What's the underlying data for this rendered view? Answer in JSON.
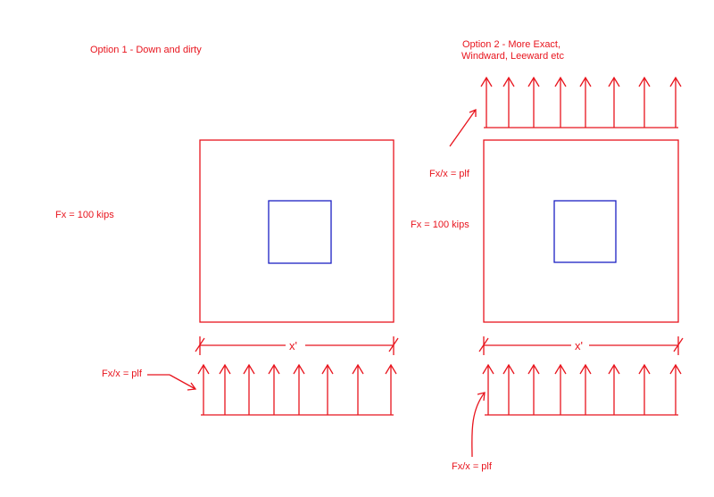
{
  "colors": {
    "red": "#e8141d",
    "blue": "#1b1fc4",
    "background": "#ffffff"
  },
  "option1": {
    "title": "Option 1 - Down and dirty",
    "force_label": "Fx = 100 kips",
    "dimension_label": "x'",
    "load_label": "Fx/x = plf",
    "arrow_count": 8
  },
  "option2": {
    "title_line1": "Option 2 - More Exact,",
    "title_line2": "Windward, Leeward etc",
    "force_label": "Fx = 100 kips",
    "dimension_label": "x'",
    "top_load_label": "Fx/x = plf",
    "bottom_load_label": "Fx/x = plf",
    "top_arrow_count": 8,
    "bottom_arrow_count": 8
  }
}
